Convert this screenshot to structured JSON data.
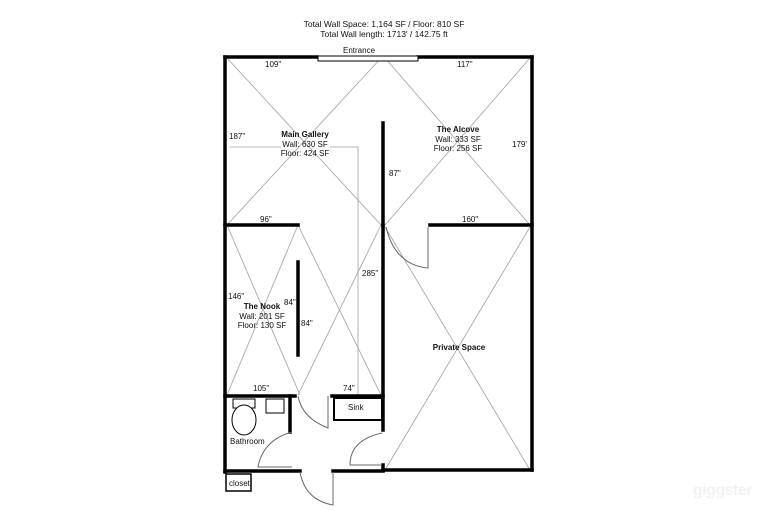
{
  "header": {
    "line1": "Total Wall Space: 1,164 SF /  Floor: 810 SF",
    "line2": "Total Wall length: 1713' / 142.75 ft"
  },
  "entrance_label": "Entrance",
  "rooms": {
    "main_gallery": {
      "name": "Main Gallery",
      "wall": "Wall: 630 SF",
      "floor": "Floor: 424 SF"
    },
    "alcove": {
      "name": "The Alcove",
      "wall": "Wall: 333 SF",
      "floor": "Floor: 256 SF"
    },
    "nook": {
      "name": "The Nook",
      "wall": "Wall: 201 SF",
      "floor": "Floor: 130 SF"
    },
    "private": {
      "name": "Private Space"
    },
    "bathroom": {
      "name": "Bathroom"
    },
    "closet": {
      "name": "closet"
    },
    "sink": {
      "name": "Sink"
    }
  },
  "dimensions": {
    "d109": "109\"",
    "d117": "117\"",
    "d187": "187\"",
    "d179": "179'",
    "d87": "87\"",
    "d96": "96\"",
    "d160": "160\"",
    "d285": "285\"",
    "d146": "146\"",
    "d84a": "84\"",
    "d84b": "84\"",
    "d105": "105\"",
    "d74": "74\""
  },
  "watermark": "giggster",
  "colors": {
    "wall": "#000000",
    "guide": "#9a9a9a",
    "door": "#6a6a6a"
  }
}
